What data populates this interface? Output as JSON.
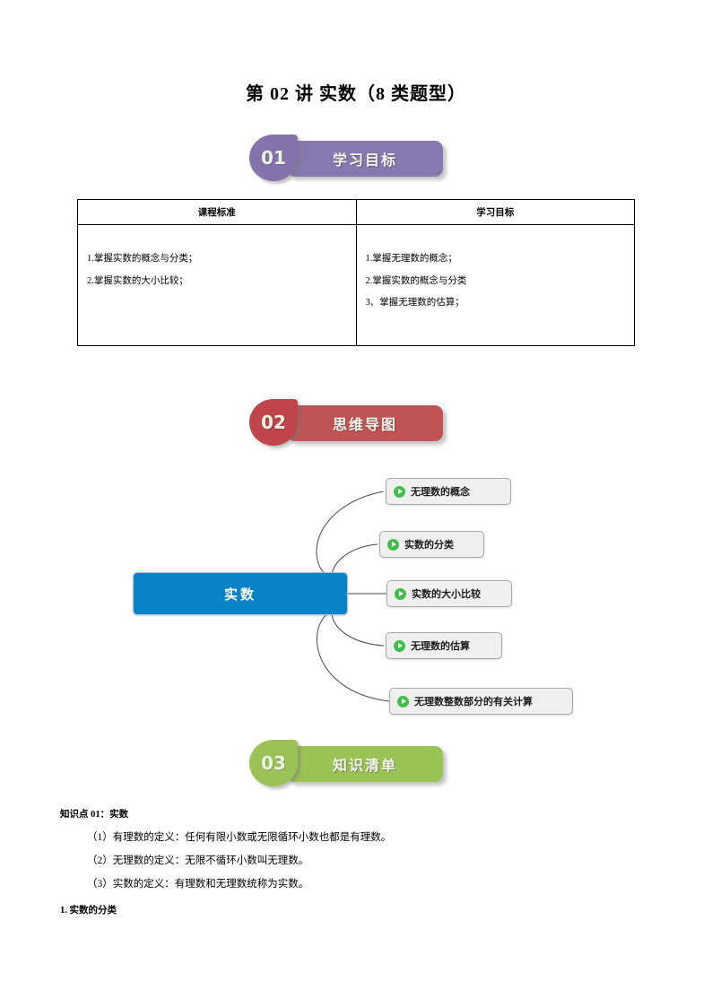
{
  "document": {
    "title": "第 02 讲 实数（8 类题型）"
  },
  "sections": [
    {
      "number": "01",
      "label": "学习目标",
      "badge_color": "#8574ab",
      "pill_color": "#8878b0"
    },
    {
      "number": "02",
      "label": "思维导图",
      "badge_color": "#c0444b",
      "pill_color": "#c05353"
    },
    {
      "number": "03",
      "label": "知识清单",
      "badge_color": "#9cc157",
      "pill_color": "#9ac254"
    }
  ],
  "objectives_table": {
    "headers": [
      "课程标准",
      "学习目标"
    ],
    "rows": [
      {
        "standards": [
          "1.掌握实数的概念与分类；",
          "2.掌握实数的大小比较；"
        ],
        "goals": [
          "1.掌握无理数的概念；",
          "2.掌握实数的概念与分类",
          "3、掌握无理数的估算；"
        ]
      }
    ]
  },
  "mindmap": {
    "root": "实数",
    "root_color": "#0a82c8",
    "node_icon": "play-circle-icon",
    "branches": [
      "无理数的概念",
      "实数的分类",
      "实数的大小比较",
      "无理数的估算",
      "无理数整数部分的有关计算"
    ]
  },
  "knowledge": {
    "point_heading": "知识点 01：实数",
    "items": [
      "（1）有理数的定义：任何有限小数或无限循环小数也都是有理数。",
      "（2）无理数的定义：无限不循环小数叫无理数。",
      "（3）实数的定义：有理数和无理数统称为实数。"
    ],
    "sub_heading": "1. 实数的分类"
  }
}
